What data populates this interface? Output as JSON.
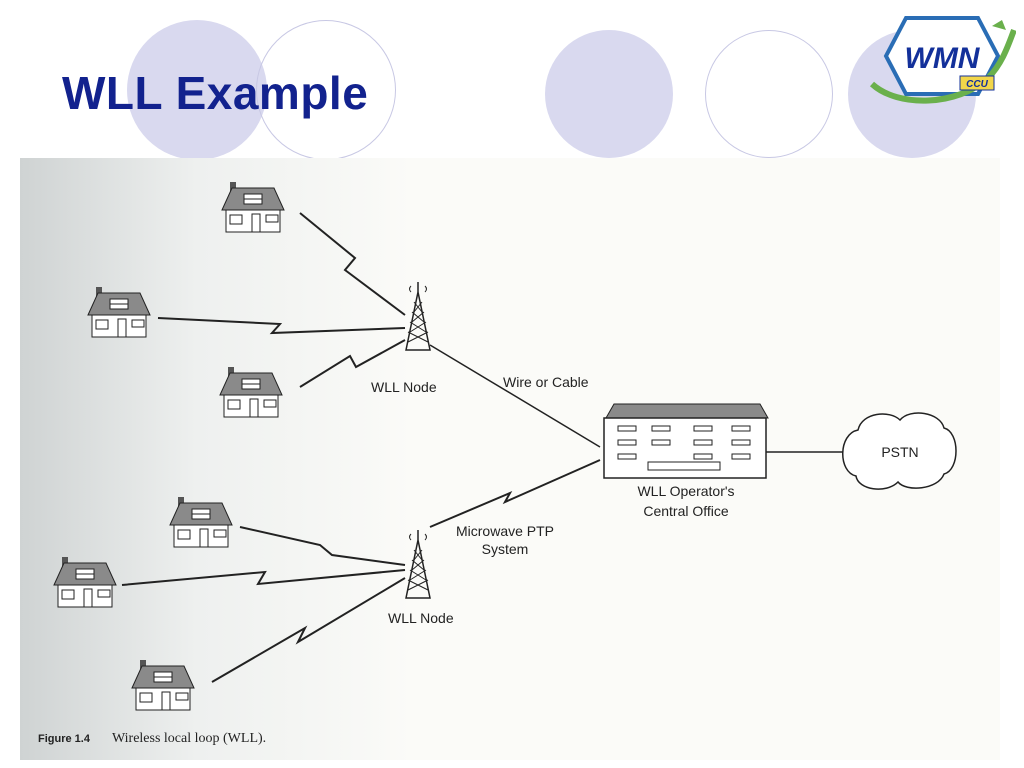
{
  "slide": {
    "title": "WLL Example"
  },
  "logo": {
    "text": "WMN",
    "subtext": "CCU",
    "colors": {
      "frame": "#2a6db5",
      "text": "#13309a",
      "swoosh": "#6ab04c"
    }
  },
  "diagram": {
    "labels": {
      "wll_node_top": "WLL Node",
      "wll_node_bottom": "WLL Node",
      "wire_or_cable": "Wire or Cable",
      "microwave_line1": "Microwave  PTP",
      "microwave_line2": "System",
      "central_office_line1": "WLL  Operator's",
      "central_office_line2": "Central Office",
      "pstn": "PSTN"
    },
    "caption": {
      "figure_number": "Figure 1.4",
      "text": "Wireless local loop (WLL)."
    }
  },
  "colors": {
    "title": "#12228e",
    "decor_circle": "#d9d9ef",
    "line": "#222222",
    "house_roof": "#777777"
  }
}
